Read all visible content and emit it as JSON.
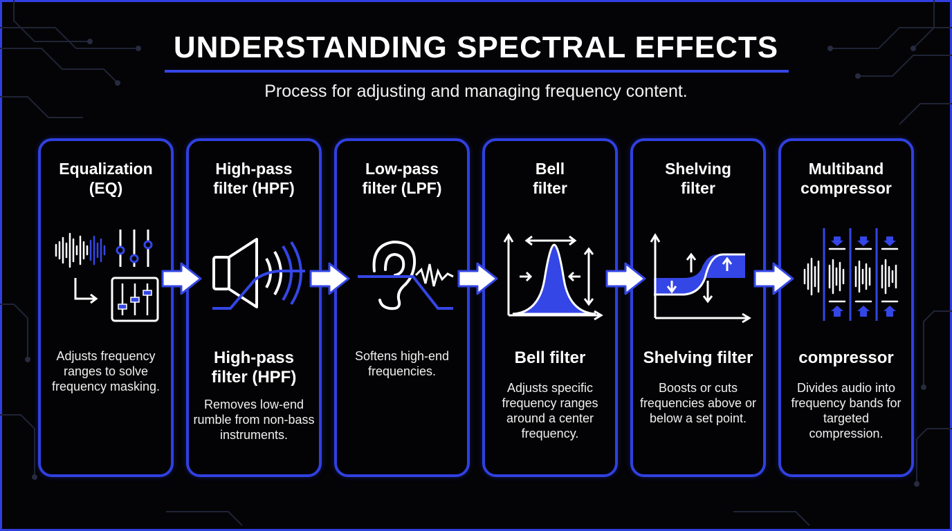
{
  "header": {
    "title": "UNDERSTANDING SPECTRAL EFFECTS",
    "subtitle": "Process for adjusting and managing frequency content."
  },
  "colors": {
    "accent": "#3446e6",
    "background": "#050507",
    "text": "#ffffff"
  },
  "steps": [
    {
      "title_line1": "Equalization",
      "title_line2": "(EQ)",
      "icon": "eq-waveform-sliders-icon",
      "heading_line1": "",
      "heading_line2": "",
      "description": "Adjusts frequency ranges to solve frequency masking."
    },
    {
      "title_line1": "High-pass",
      "title_line2": "filter (HPF)",
      "icon": "speaker-highpass-icon",
      "heading_line1": "High-pass",
      "heading_line2": "filter (HPF)",
      "description": "Removes low-end rumble from non-bass instruments."
    },
    {
      "title_line1": "Low-pass",
      "title_line2": "filter (LPF)",
      "icon": "ear-lowpass-icon",
      "heading_line1": "",
      "heading_line2": "",
      "description": "Softens high-end frequencies."
    },
    {
      "title_line1": "Bell",
      "title_line2": "filter",
      "icon": "bell-curve-icon",
      "heading_line1": "Bell filter",
      "heading_line2": "",
      "description": "Adjusts specific frequency ranges around a center frequency."
    },
    {
      "title_line1": "Shelving",
      "title_line2": "filter",
      "icon": "shelving-curve-icon",
      "heading_line1": "Shelving filter",
      "heading_line2": "",
      "description": "Boosts or cuts frequencies above or below a set point."
    },
    {
      "title_line1": "Multiband",
      "title_line2": "compressor",
      "icon": "multiband-compressor-icon",
      "heading_line1": "compressor",
      "heading_line2": "",
      "description": "Divides audio into frequency bands for targeted compression."
    }
  ]
}
